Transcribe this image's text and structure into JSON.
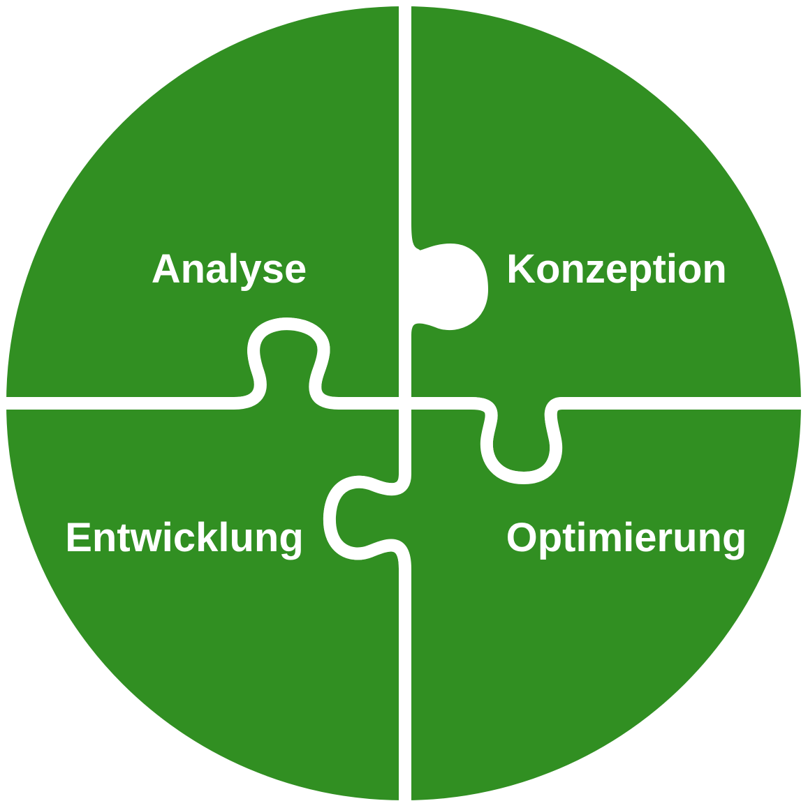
{
  "colors": {
    "piece_fill": "#318f22",
    "seam": "#ffffff",
    "background": "#ffffff",
    "label_text": "#ffffff"
  },
  "pieces": [
    {
      "id": "analyse",
      "label": "Analyse"
    },
    {
      "id": "konzeption",
      "label": "Konzeption"
    },
    {
      "id": "entwicklung",
      "label": "Entwicklung"
    },
    {
      "id": "optimierung",
      "label": "Optimierung"
    }
  ]
}
